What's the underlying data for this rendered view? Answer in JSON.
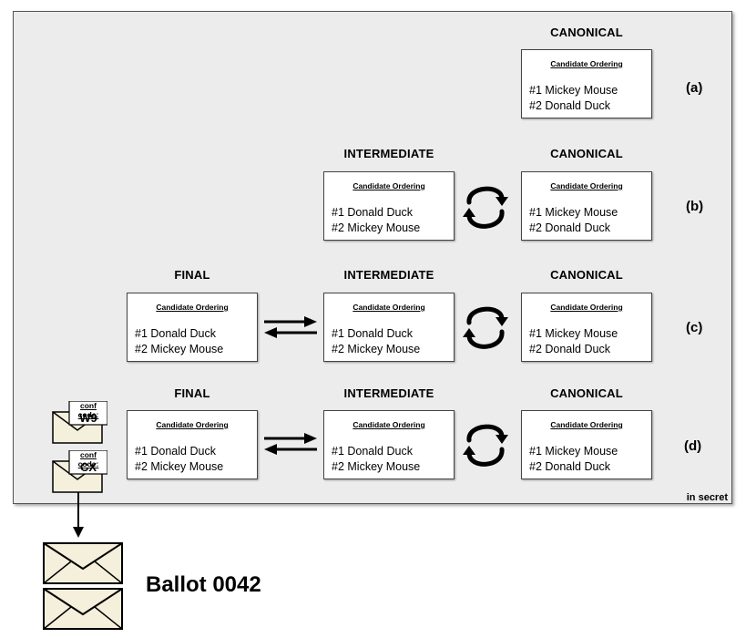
{
  "headers": {
    "canonical": "CANONICAL",
    "intermediate": "INTERMEDIATE",
    "final": "FINAL"
  },
  "box_title": "Candidate Ordering",
  "canonical_order": [
    "#1 Mickey Mouse",
    "#2 Donald Duck"
  ],
  "swapped_order": [
    "#1 Donald Duck",
    "#2 Mickey Mouse"
  ],
  "rows": {
    "a": "(a)",
    "b": "(b)",
    "c": "(c)",
    "d": "(d)"
  },
  "in_secret": "in secret",
  "envelopes": [
    {
      "label": "conf code:",
      "code": "W9"
    },
    {
      "label": "conf code:",
      "code": "CX"
    }
  ],
  "ballot_label": "Ballot 0042"
}
